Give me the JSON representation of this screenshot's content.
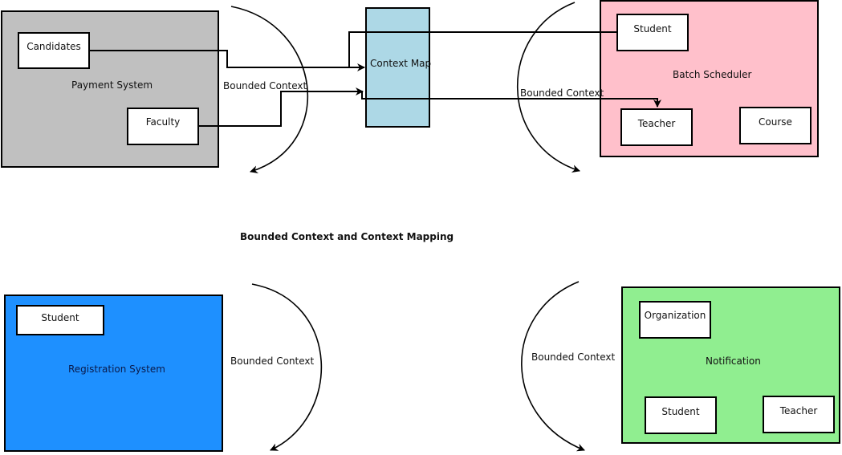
{
  "title": "Bounded Context and Context Mapping",
  "bounded_context_label": "Bounded Context",
  "colors": {
    "payment_system": "#c0c0c0",
    "context_map": "#add8e6",
    "batch_scheduler": "#ffc0cb",
    "registration_system": "#1e90ff",
    "notification": "#90ee90",
    "entity": "#ffffff",
    "stroke": "#000000"
  },
  "contexts": {
    "payment_system": {
      "name": "Payment System",
      "entities": [
        "Candidates",
        "Faculty"
      ]
    },
    "context_map": {
      "name": "Context Map"
    },
    "batch_scheduler": {
      "name": "Batch Scheduler",
      "entities": [
        "Student",
        "Teacher",
        "Course"
      ]
    },
    "registration_system": {
      "name": "Registration System",
      "entities": [
        "Student"
      ]
    },
    "notification": {
      "name": "Notification",
      "entities": [
        "Organization",
        "Student",
        "Teacher"
      ]
    }
  },
  "connections": [
    {
      "from": "Payment System / Candidates",
      "to": "Context Map"
    },
    {
      "from": "Payment System / Faculty",
      "to": "Context Map"
    },
    {
      "from": "Batch Scheduler / Student",
      "to": "Context Map"
    },
    {
      "from": "Context Map",
      "to": "Batch Scheduler / Teacher"
    }
  ]
}
